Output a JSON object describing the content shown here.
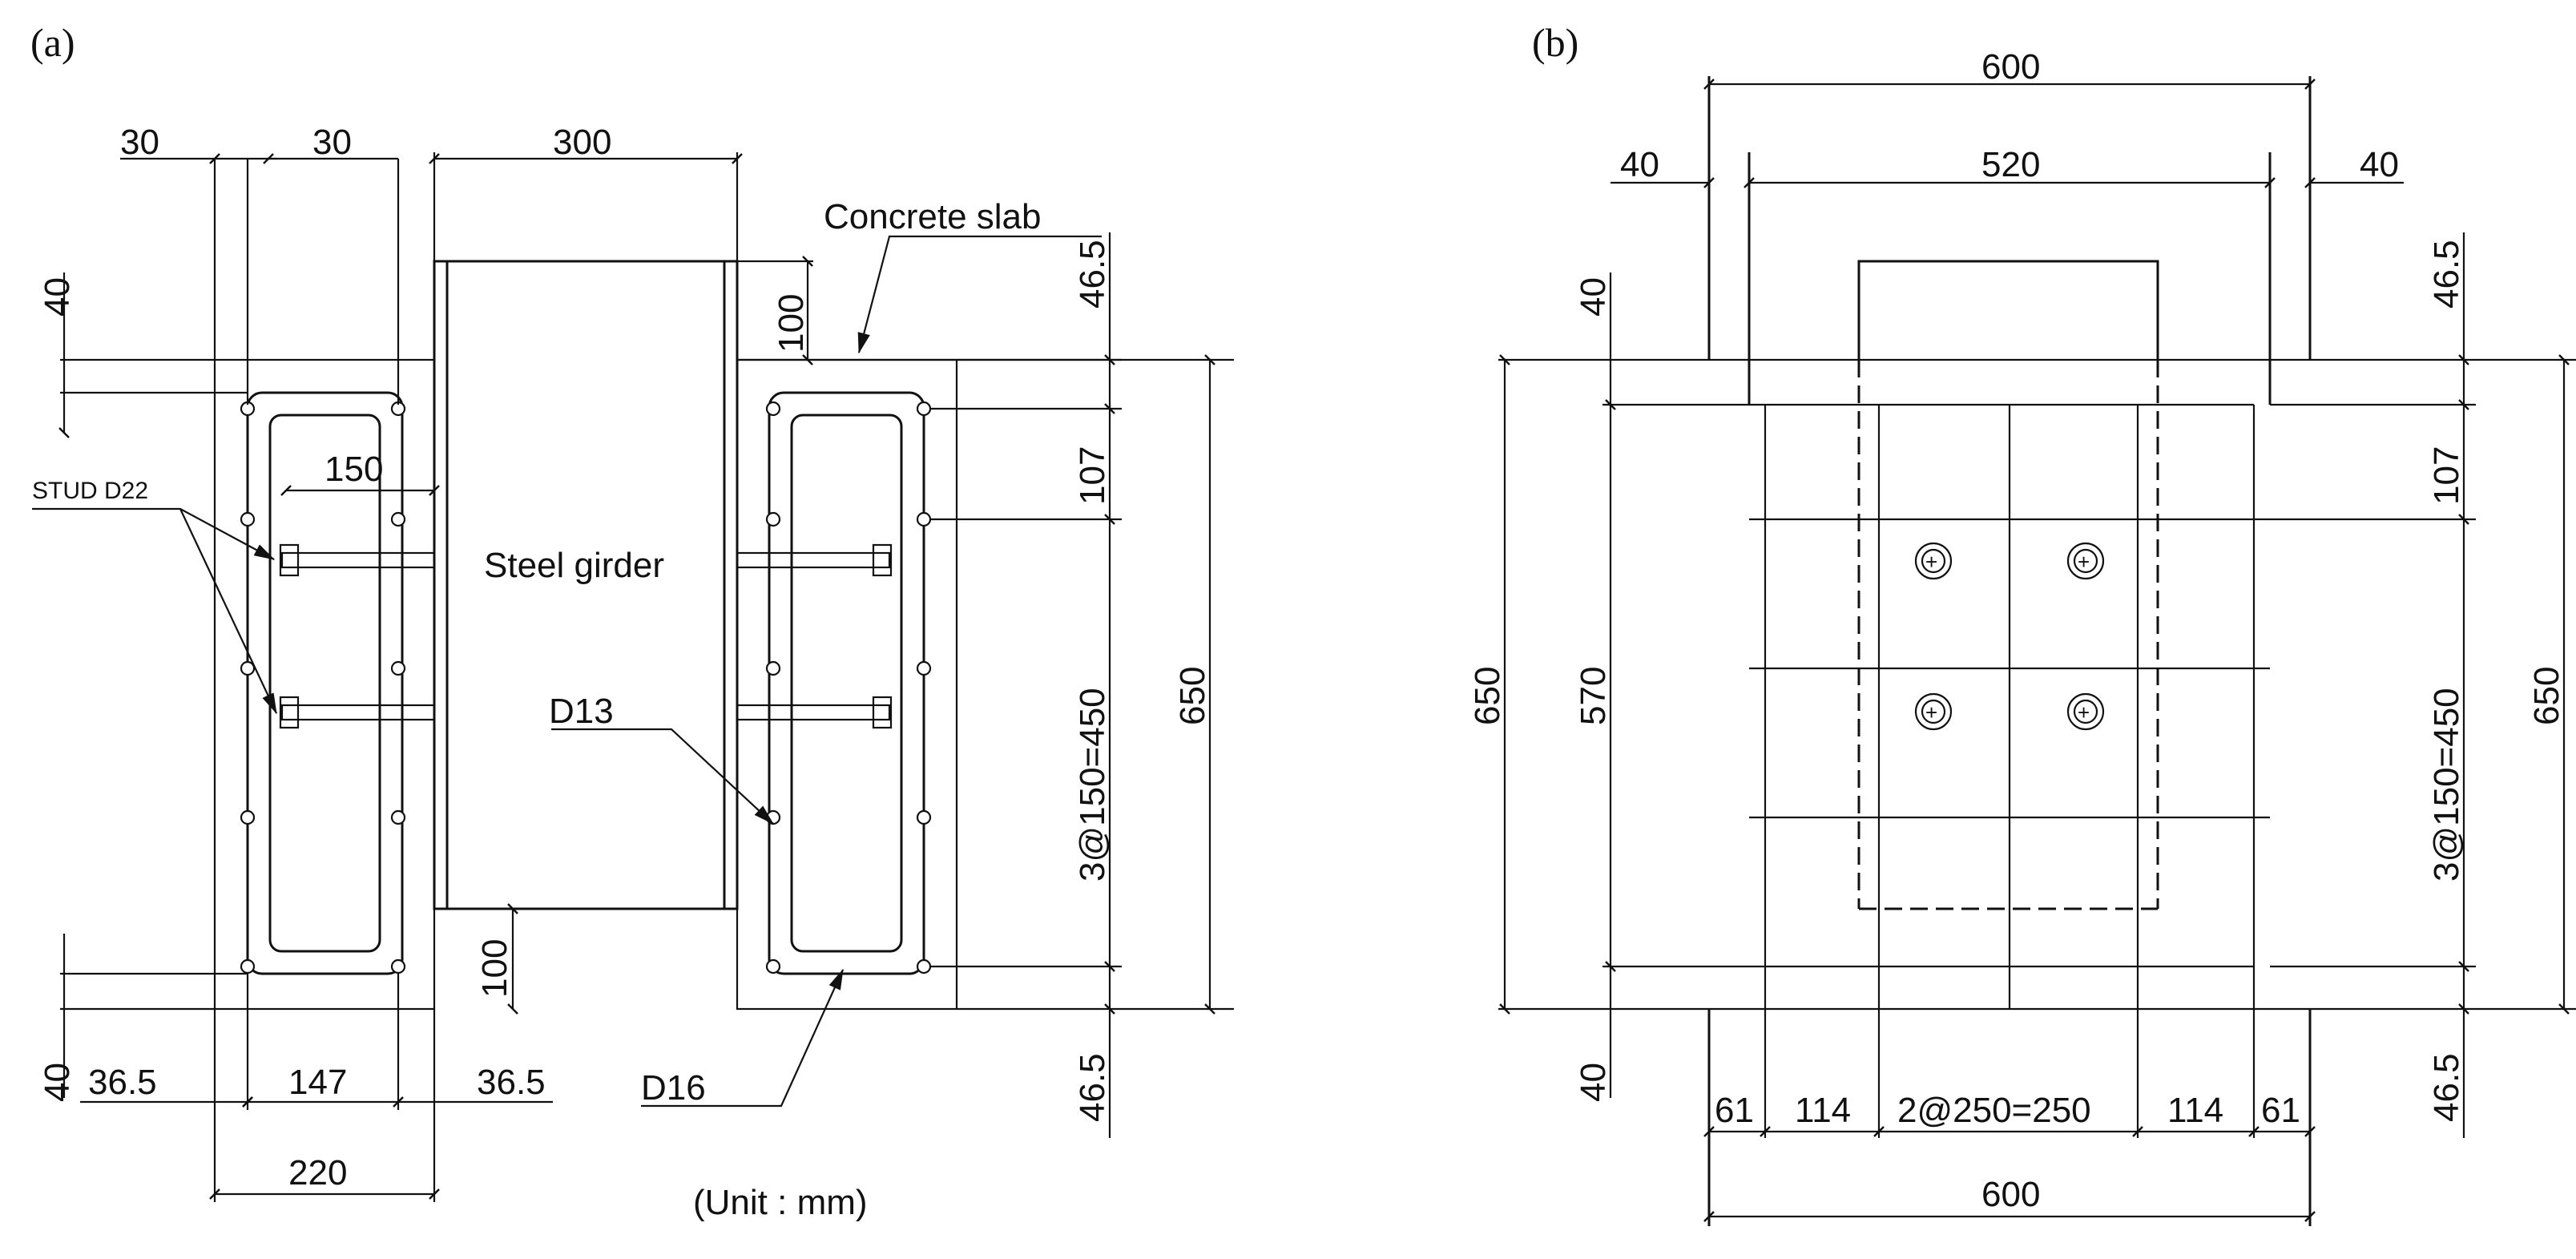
{
  "panel_a": {
    "label": "(a)",
    "dims": {
      "d30_left": "30",
      "d30_right": "30",
      "d300": "300",
      "d40_top": "40",
      "d150": "150",
      "d40_bot": "40",
      "d36_5_left": "36.5",
      "d147": "147",
      "d36_5_right": "36.5",
      "d220": "220",
      "d100_top": "100",
      "d100_bot": "100",
      "d46_5_top": "46.5",
      "d107": "107",
      "d3at150": "3@150=450",
      "d650": "650",
      "d46_5_bot": "46.5"
    },
    "labels": {
      "stud": "STUD D22",
      "girder": "Steel girder",
      "slab": "Concrete slab",
      "d13": "D13",
      "d16": "D16",
      "unit": "(Unit : mm)"
    }
  },
  "panel_b": {
    "label": "(b)",
    "dims": {
      "d600_top": "600",
      "d40_left": "40",
      "d520": "520",
      "d40_right": "40",
      "d40_vtop": "40",
      "d46_5_top": "46.5",
      "d107": "107",
      "d650_left": "650",
      "d570": "570",
      "d3at150": "3@150=450",
      "d650_right": "650",
      "d40_vbot": "40",
      "d46_5_bot": "46.5",
      "d61_left": "61",
      "d114_left": "114",
      "d2at250": "2@250=250",
      "d114_right": "114",
      "d61_right": "61",
      "d600_bot": "600"
    }
  }
}
